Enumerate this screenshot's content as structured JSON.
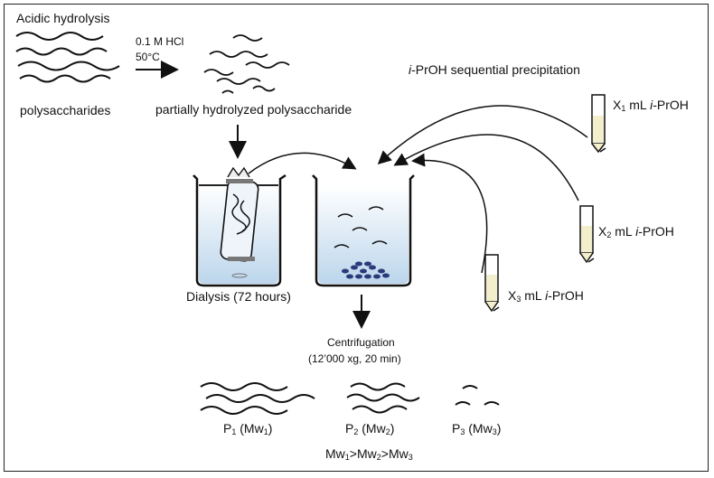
{
  "title": "Acidic hydrolysis",
  "step1": {
    "label": "polysaccharides",
    "reagent": "0.1 M HCl",
    "temp": "50°C"
  },
  "step2": {
    "label": "partially hydrolyzed polysaccharide"
  },
  "precipitation": {
    "prefix": "i",
    "title": "-PrOH  sequential precipitation"
  },
  "tubes": [
    {
      "x": "X",
      "sub": "1",
      "unit": "mL",
      "reagent_prefix": "i",
      "reagent": "-PrOH"
    },
    {
      "x": "X",
      "sub": "2",
      "unit": "mL",
      "reagent_prefix": "i",
      "reagent": "-PrOH"
    },
    {
      "x": "X",
      "sub": "3",
      "unit": "mL",
      "reagent_prefix": "i",
      "reagent": "-PrOH"
    }
  ],
  "dialysis": {
    "label": "Dialysis (72 hours)"
  },
  "centrifugation": {
    "label": "Centrifugation",
    "conditions": "(12’000 xg, 20 min)"
  },
  "products": [
    {
      "p": "P",
      "sub": "1",
      "mw": "(Mw",
      "mwsub": "1",
      "close": ")"
    },
    {
      "p": "P",
      "sub": "2",
      "mw": "(Mw",
      "mwsub": "2",
      "close": ")"
    },
    {
      "p": "P",
      "sub": "3",
      "mw": "(Mw",
      "mwsub": "3",
      "close": ")"
    }
  ],
  "order": {
    "a": "Mw",
    "a_sub": "1",
    "b": ">Mw",
    "b_sub": "2",
    "c": ">Mw",
    "c_sub": "3"
  },
  "colors": {
    "liquid": "#cfe3f2",
    "pellet": "#2b3a7a",
    "tube_liquid": "#f3eecb",
    "gray": "#7a7a7a"
  }
}
